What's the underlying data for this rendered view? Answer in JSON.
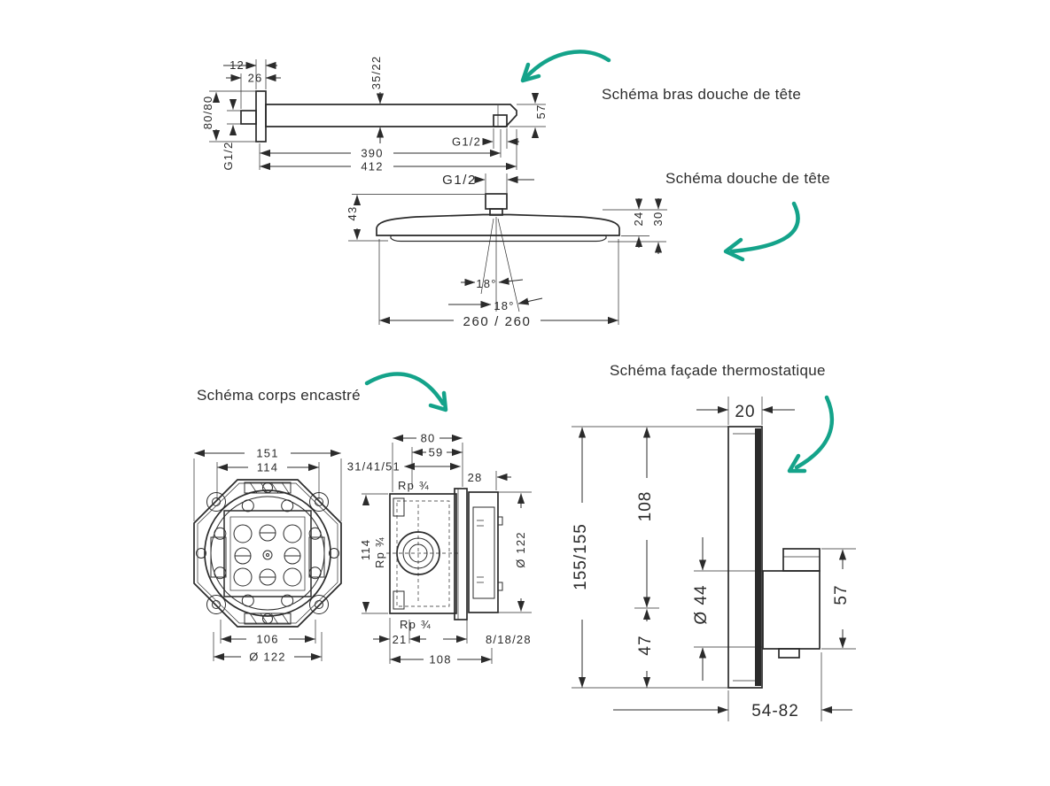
{
  "labels": {
    "arm": "Schéma bras douche de tête",
    "head": "Schéma douche de tête",
    "body": "Schéma corps encastré",
    "facade": "Schéma façade thermostatique"
  },
  "dims": {
    "arm": {
      "w12": "12",
      "w26": "26",
      "h3522": "35/22",
      "h8080": "80/80",
      "g_left": "G1/2",
      "g_right": "G1/2",
      "h57": "57",
      "l390": "390",
      "l412": "412"
    },
    "head": {
      "g": "G1/2",
      "h43": "43",
      "h24": "24",
      "h30": "30",
      "a1": "18°",
      "a2": "18°",
      "w260": "260 / 260"
    },
    "body": {
      "w151": "151",
      "w114": "114",
      "w106": "106",
      "d122": "Ø 122"
    },
    "side": {
      "w80": "80",
      "w59": "59",
      "depth": "31/41/51",
      "w28": "28",
      "rp_top": "Rp ¾",
      "rp_mid": "Rp ¾",
      "rp_bot": "Rp ¾",
      "h114": "114",
      "d122": "Ø 122",
      "w21": "21",
      "w108": "108",
      "off": "8/18/28"
    },
    "facade": {
      "t20": "20",
      "h155": "155/155",
      "h108": "108",
      "d44": "Ø 44",
      "h47": "47",
      "h57": "57",
      "range": "54-82"
    }
  },
  "colors": {
    "accent": "#14a38a",
    "line": "#2b2b2b",
    "background": "#ffffff"
  }
}
